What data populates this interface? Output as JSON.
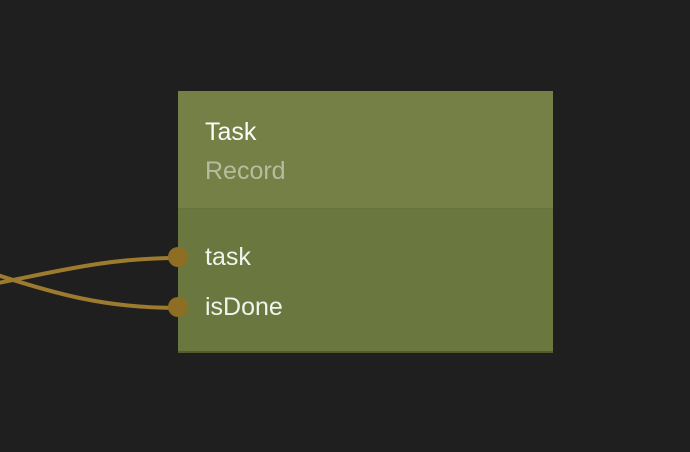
{
  "colors": {
    "canvas-bg": "#1f1f1f",
    "node-header-bg": "#748045",
    "node-body-bg": "#6a773e",
    "node-bottom-edge": "#515c2d",
    "title": "#fbfbfa",
    "subtitle": "#b6bc9f",
    "field-label": "#f2f2ee",
    "wire": "#9c7b2e",
    "port": "#8e6e24"
  },
  "node": {
    "title": "Task",
    "subtitle": "Record",
    "fields": [
      {
        "label": "task"
      },
      {
        "label": "isDone"
      }
    ]
  },
  "wires": [
    {
      "to": "task"
    },
    {
      "to": "isDone"
    }
  ]
}
